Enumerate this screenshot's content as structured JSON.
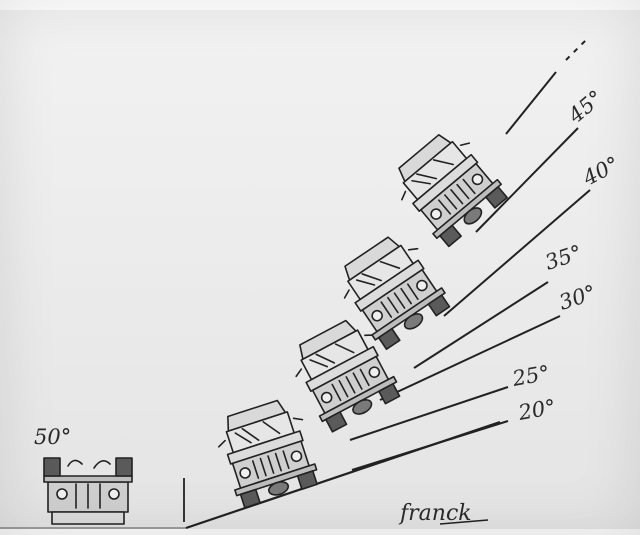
{
  "angles": [
    "20°",
    "25°",
    "30°",
    "35°",
    "40°",
    "45°",
    "50°"
  ],
  "signature": "franck",
  "icons": {
    "car": "jeep-front-view-icon",
    "tipped_car": "jeep-overturned-icon"
  },
  "colors": {
    "paper": "#ececec",
    "ink": "#222222"
  }
}
